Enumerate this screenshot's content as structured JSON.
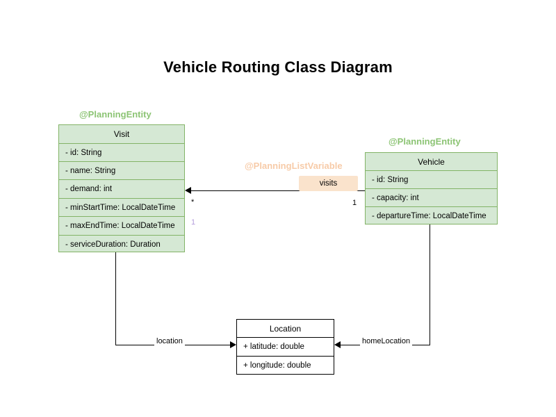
{
  "diagram": {
    "title": "Vehicle Routing Class Diagram",
    "colors": {
      "class_fill": "#d5e8d4",
      "class_border": "#82b366",
      "annotation_green": "#8cc474",
      "annotation_orange": "#f7cba8",
      "badge_fill": "#fae3cc",
      "multiplicity_lavender": "#b39ddb",
      "line": "#000000",
      "background": "#ffffff"
    }
  },
  "classes": {
    "visit": {
      "annotation": "@PlanningEntity",
      "name": "Visit",
      "attributes": [
        "- id: String",
        "- name: String",
        "- demand: int",
        "- minStartTime: LocalDateTime",
        "- maxEndTime: LocalDateTime",
        "- serviceDuration: Duration"
      ]
    },
    "vehicle": {
      "annotation": "@PlanningEntity",
      "name": "Vehicle",
      "attributes": [
        "- id: String",
        "- capacity: int",
        "- departureTime: LocalDateTime"
      ]
    },
    "location": {
      "name": "Location",
      "attributes": [
        "+ latitude: double",
        "+ longitude: double"
      ]
    }
  },
  "relations": {
    "visits": {
      "annotation": "@PlanningListVariable",
      "label": "visits",
      "source_multiplicity": "1",
      "target_multiplicity": "*"
    },
    "location": {
      "label": "location",
      "multiplicity": "1"
    },
    "home_location": {
      "label": "homeLocation"
    }
  }
}
